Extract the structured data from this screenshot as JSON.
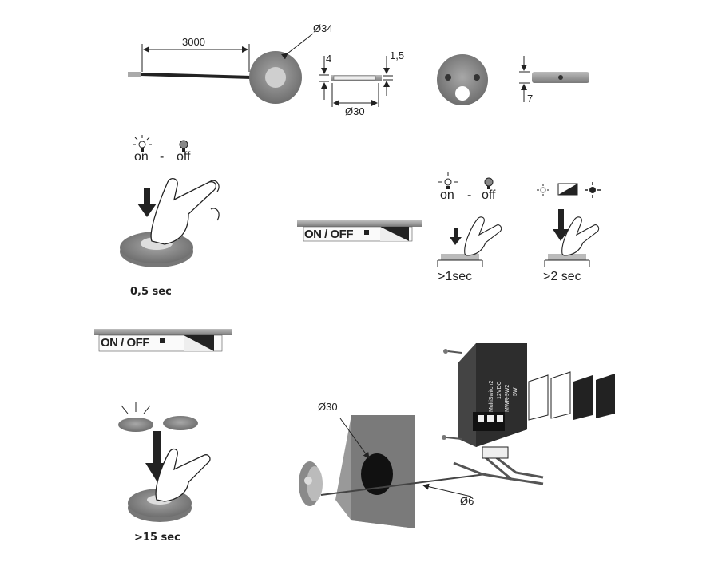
{
  "dims": {
    "cable_length": "3000",
    "diameter_sensor": "Ø34",
    "height_4": "4",
    "height_1_5": "1,5",
    "diameter_30_top": "Ø30",
    "height_7": "7",
    "hole_diameter": "Ø30",
    "wire_diameter": "Ø6"
  },
  "switch": {
    "label": "ON / OFF"
  },
  "modes": {
    "on_text": "on",
    "dash": "-",
    "off_text": "off",
    "on_text_2": "on",
    "dash_2": "-",
    "off_text_2": "off"
  },
  "timings": {
    "half_sec": "0,5 sec",
    "one_sec": ">1sec",
    "two_sec": ">2 sec",
    "fifteen_sec": ">15 sec"
  },
  "controller": {
    "lines": [
      "MultiSwitch2",
      "12VDC",
      "MWR-9W2",
      "5W"
    ]
  },
  "colors": {
    "device_gray": "#8a8a8a",
    "dark": "#2a2a2a",
    "light_gray": "#cfcfcf"
  }
}
